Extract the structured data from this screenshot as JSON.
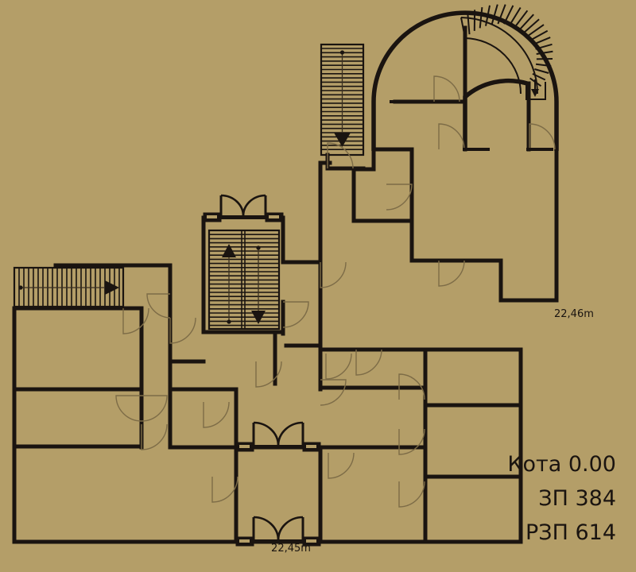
{
  "document": {
    "type": "architectural-floor-plan",
    "title": "Kota 0.00 floor plan"
  },
  "colors": {
    "background": "#b49e68",
    "wall": "#1a1410",
    "door_swing": "#7d6c47",
    "text": "#1a1410"
  },
  "annotations": {
    "level_label": "Кота 0.00",
    "built_area_label": "ЗП 384",
    "total_area_label": "РЗП 614",
    "dimension_bottom": "22,45m",
    "dimension_right": "22,46m"
  },
  "stairs": [
    {
      "name": "left-horizontal-stair",
      "direction": "right",
      "arrow": "▶",
      "treads": 22,
      "orientation": "horizontal"
    },
    {
      "name": "top-vertical-stair",
      "direction": "down",
      "arrow": "▼",
      "treads": 26,
      "orientation": "vertical"
    },
    {
      "name": "central-double-stair",
      "direction": "up-and-down",
      "arrow_up": "▲",
      "arrow_down": "▼",
      "treads": 22,
      "orientation": "vertical"
    },
    {
      "name": "curved-arch-stair",
      "direction": "down",
      "arrow": "↓",
      "treads": 16,
      "orientation": "curved"
    }
  ],
  "doors": {
    "double_door_count": 3,
    "single_swing_count": 18
  }
}
